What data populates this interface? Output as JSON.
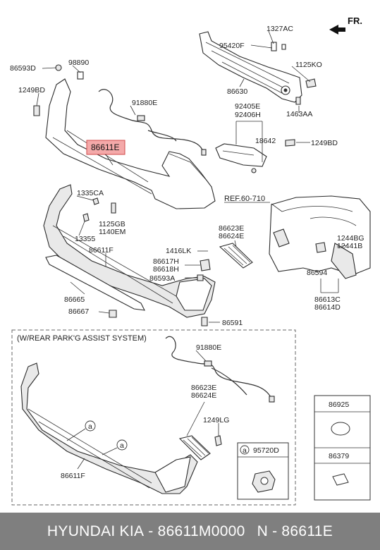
{
  "orientation": "FR.",
  "labels": {
    "p1327AC": "1327AC",
    "p95420F": "95420F",
    "p86593D_top": "86593D",
    "p98890": "98890",
    "p1125KO": "1125KO",
    "p86630": "86630",
    "p1463AA": "1463AA",
    "p1249BD_left": "1249BD",
    "p91880E_top": "91880E",
    "p92405E": "92405E",
    "p92406H": "92406H",
    "p18642": "18642",
    "p1249BD_right": "1249BD",
    "p86611E": "86611E",
    "ref": "REF.60-710",
    "p1335CA": "1335CA",
    "p1125GB": "1125GB",
    "p1140EM": "1140EM",
    "p13355": "13355",
    "p86623E_a": "86623E",
    "p86624E_a": "86624E",
    "p1244BG": "1244BG",
    "p12441B": "12441B",
    "p86611F_top": "86611F",
    "p1416LK": "1416LK",
    "p86617H": "86617H",
    "p86618H": "86618H",
    "p86593A": "86593A",
    "p86594": "86594",
    "p86665": "86665",
    "p86613C": "86613C",
    "p86614D": "86614D",
    "p86667": "86667",
    "p86591": "86591",
    "section_title": "(W/REAR PARK'G ASSIST SYSTEM)",
    "p91880E_bottom": "91880E",
    "p86623E_b": "86623E",
    "p86624E_b": "86624E",
    "p1249LG": "1249LG",
    "p86611F_bottom": "86611F",
    "callout_a1": "a",
    "callout_a2": "a",
    "legend_a": "a",
    "p95720D": "95720D",
    "p86925": "86925",
    "p86379": "86379"
  },
  "footer": {
    "brand1": "HYUNDAI",
    "brand2": "KIA",
    "sep1": "-",
    "partnum": "86611M0000",
    "n": "N",
    "sep2": "-",
    "ref": "86611E"
  },
  "colors": {
    "highlight": "#f4a9a9",
    "footer_bg": "#7f7f7f",
    "footer_text": "#ffffff"
  }
}
